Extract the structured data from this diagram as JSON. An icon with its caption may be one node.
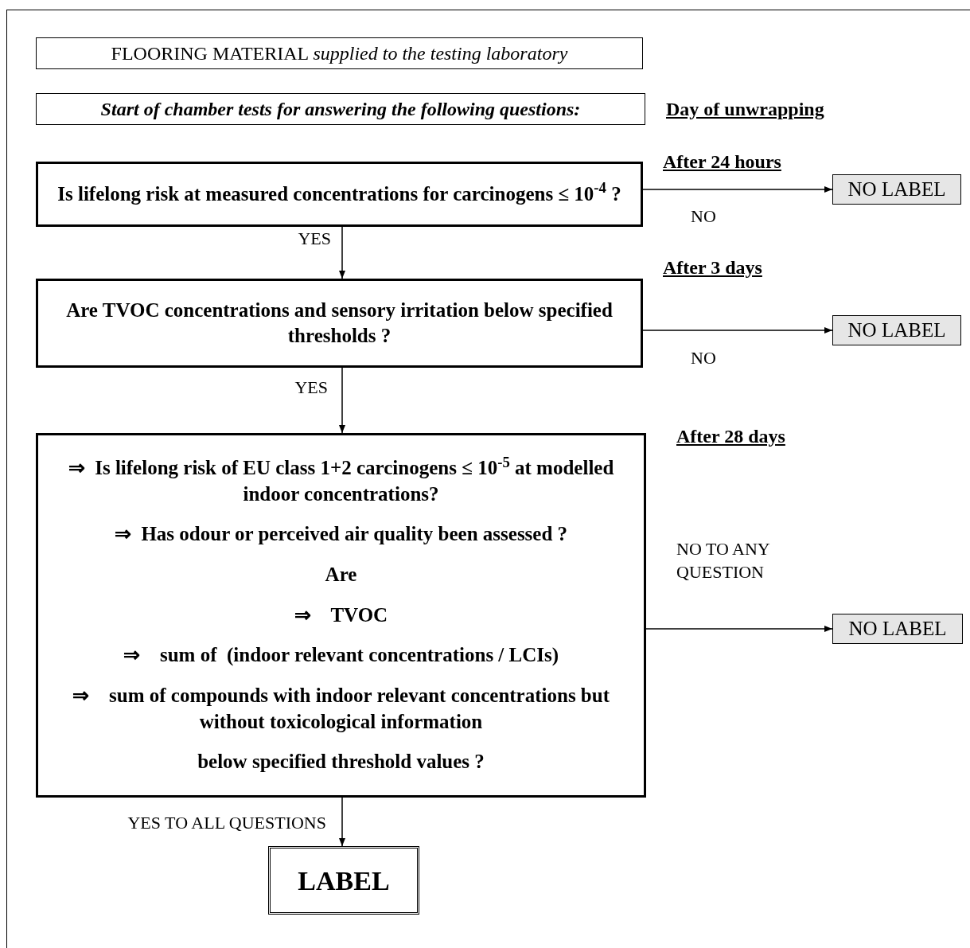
{
  "diagram": {
    "nodes": [
      {
        "text": [
          "FLOORING MATERIAL *supplied to the testing laboratory*"
        ]
      },
      {
        "text": [
          "Start of chamber tests for answering the following questions:"
        ]
      },
      {
        "text": [
          "Is lifelong risk at measured concentrations for carcinogens ≤ 10$^{-4}$ ?"
        ]
      },
      {
        "text": [
          "NO LABEL"
        ]
      },
      {
        "text": [
          "Are TVOC concentrations and sensory irritation below specified thresholds ?"
        ]
      },
      {
        "text": [
          "NO LABEL"
        ]
      },
      {
        "text": [
          "⇒  Is lifelong risk of EU class 1+2 carcinogens ≤ 10$^{-5}$ at modelled indoor concentrations?",
          "⇒  Has odour or perceived air quality been assessed ?",
          "Are",
          "⇒    TVOC",
          "⇒    sum of  (indoor relevant concentrations / LCIs)",
          "⇒    sum of compounds with indoor relevant concentrations but without toxicological information",
          "below specified threshold values ?"
        ]
      },
      {
        "text": [
          "NO LABEL"
        ]
      },
      {
        "text": [
          "LABEL"
        ]
      }
    ],
    "edges": [
      {
        "from": 2,
        "to": 3,
        "arrow": "to",
        "label": "NO"
      },
      {
        "from": 2,
        "to": 4,
        "arrow": "to",
        "label": "YES"
      },
      {
        "from": 4,
        "to": 5,
        "arrow": "to",
        "label": "NO"
      },
      {
        "from": 4,
        "to": 6,
        "arrow": "to",
        "label": "YES"
      },
      {
        "from": 6,
        "to": 7,
        "arrow": "to",
        "label": "NO TO ANY QUESTION"
      },
      {
        "from": 6,
        "to": 8,
        "arrow": "to",
        "label": "YES TO ALL QUESTIONS"
      }
    ],
    "labels": [
      "Day of unwrapping",
      "After 24 hours",
      "After 3 days",
      "After 28 days"
    ]
  }
}
